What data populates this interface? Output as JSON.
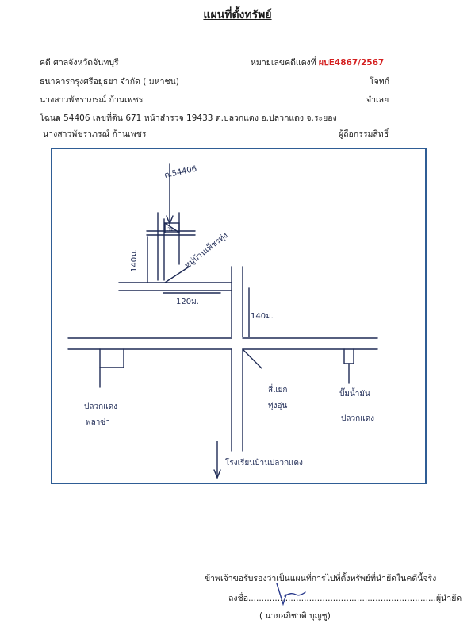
{
  "title": "แผนที่ตั้งทรัพย์",
  "header": {
    "court": "คดี ศาลจังหวัดจันทบุรี",
    "case_label": "หมายเลขคดีแดงที่",
    "case_number": "ผบE4867/2567",
    "plaintiff": "ธนาคารกรุงศรีอยุธยา จำกัด ( มหาชน)",
    "plaintiff_role": "โจทก์",
    "defendant": "นางสาวพัชราภรณ์ ก้านเพชร",
    "defendant_role": "จำเลย",
    "deed_info": "โฉนด 54406  เลขที่ดิน  671 หน้าสำรวจ 19433  ต.ปลวกแดง   อ.ปลวกแดง  จ.ระยอง",
    "owner": "นางสาวพัชราภรณ์ ก้านเพชร",
    "owner_role": "ผู้ถือกรรมสิทธิ์"
  },
  "map": {
    "deed_label": "ต.54406",
    "plot_label": "3ม.",
    "road_label": "หมู่บ้านเพ็ชรทุ่ง",
    "dist_vertical_1": "140ม.",
    "dist_horizontal": "120ม.",
    "dist_vertical_2": "140ม.",
    "left_place_1": "ปลวกแดง",
    "left_place_2": "พลาซ่า",
    "center_place_1": "สี่แยก",
    "center_place_2": "ทุ่งอุ่น",
    "right_place_1": "ปั๊มน้ำมัน",
    "right_place_2": "ปลวกแดง",
    "bottom_label": "โรงเรียนบ้านปลวกแดง",
    "line_color": "#1e2a55",
    "frame_color": "#2f5d95"
  },
  "certify": {
    "statement": "ข้าพเจ้าขอรับรองว่าเป็นแผนที่การไปที่ตั้งทรัพย์ที่นำยึดในคดีนี้จริง",
    "sign_prefix": "ลงชื่อ.......................................................................",
    "sign_role": "ผู้นำยึด",
    "signer": "( นายอภิชาติ  บุญชู)"
  }
}
